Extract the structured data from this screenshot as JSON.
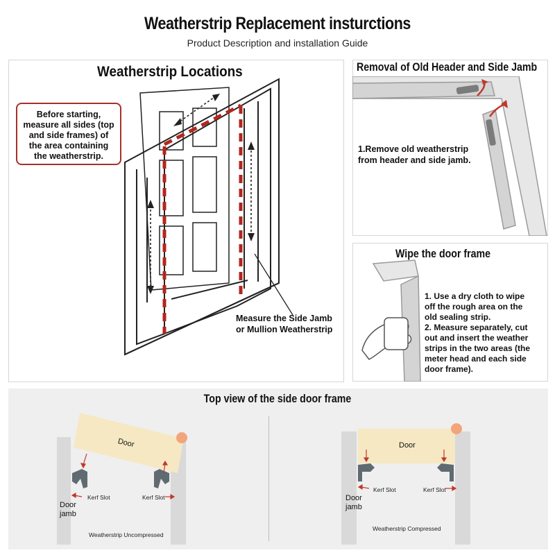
{
  "header": {
    "title": "Weatherstrip Replacement insturctions",
    "subtitle": "Product Description and installation Guide"
  },
  "locations": {
    "title": "Weatherstrip Locations",
    "callout": "Before starting, measure all sides (top and side frames) of the area containing the weatherstrip.",
    "side_label_1": "Measure the Side Jamb",
    "side_label_2": "or Mullion Weatherstrip"
  },
  "removal": {
    "title": "Removal of Old Header and Side Jamb",
    "step_1": "1.Remove old weatherstrip",
    "step_2": "from header and side jamb."
  },
  "wipe": {
    "title": "Wipe the door frame",
    "lines": [
      "1. Use a dry cloth to wipe",
      "off the rough area on the",
      "old sealing strip.",
      "2. Measure separately, cut",
      "out and insert the weather",
      "strips in the two areas (the",
      "meter head and each side",
      "door frame)."
    ]
  },
  "topview": {
    "title": "Top view of the side door frame",
    "left": {
      "door": "Door",
      "kerf_left": "Kerf Slot",
      "kerf_right": "Kerf Slot",
      "jamb_1": "Door",
      "jamb_2": "jamb",
      "caption": "Weatherstrip Uncompressed"
    },
    "right": {
      "door": "Door",
      "kerf_left": "Kerf Slot",
      "kerf_right": "Kerf Slot",
      "jamb_1": "Door",
      "jamb_2": "jamb",
      "caption": "Weatherstrip Compressed"
    }
  },
  "colors": {
    "accent_red": "#b3261e",
    "door_fill": "#f6e8c3",
    "jamb_fill": "#d9d9d9",
    "strip_fill": "#5f6b70",
    "hinge": "#f2a57a"
  }
}
